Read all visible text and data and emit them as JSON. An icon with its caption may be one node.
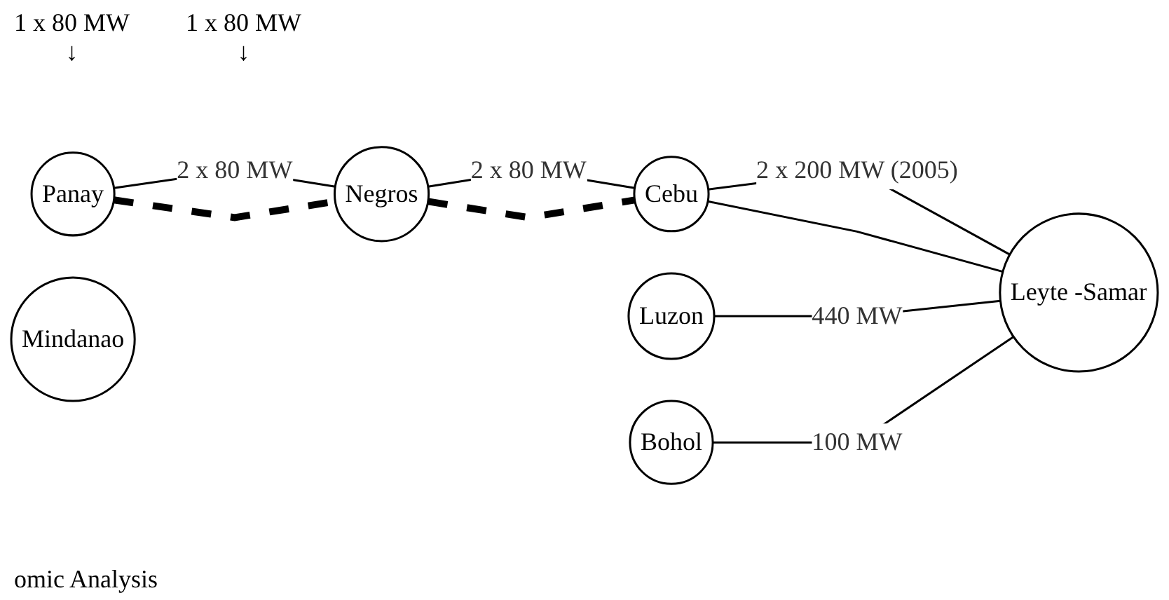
{
  "diagram": {
    "nodes": [
      {
        "text": [
          "Luzon"
        ]
      },
      {
        "text": [
          "Panay"
        ]
      },
      {
        "text": [
          "Negros"
        ]
      },
      {
        "text": [
          "Cebu"
        ]
      },
      {
        "text": [
          "Leyte -Samar"
        ]
      },
      {
        "text": [
          "Bohol"
        ]
      },
      {
        "text": [
          "Mindanao"
        ]
      }
    ],
    "edges": [
      {
        "from": 1,
        "to": 2,
        "arrow": "none",
        "label": "2 x 80 MW"
      },
      {
        "from": 1,
        "to": 2,
        "arrow": "none",
        "style": "dashed"
      },
      {
        "from": 2,
        "to": 3,
        "arrow": "none",
        "label": "2 x 80 MW"
      },
      {
        "from": 2,
        "to": 3,
        "arrow": "none",
        "style": "dashed"
      },
      {
        "from": 3,
        "to": 4,
        "arrow": "none",
        "label": "2 x 200 MW (2005)"
      },
      {
        "from": 3,
        "to": 4,
        "arrow": "none"
      },
      {
        "from": 0,
        "to": 4,
        "arrow": "none",
        "label": "440 MW"
      },
      {
        "from": 5,
        "to": 4,
        "arrow": "none",
        "label": "100 MW"
      }
    ],
    "labels": [
      "1 x 80 MW",
      "↓",
      "1 x 80 MW",
      "↓",
      "omic Analysis"
    ]
  }
}
